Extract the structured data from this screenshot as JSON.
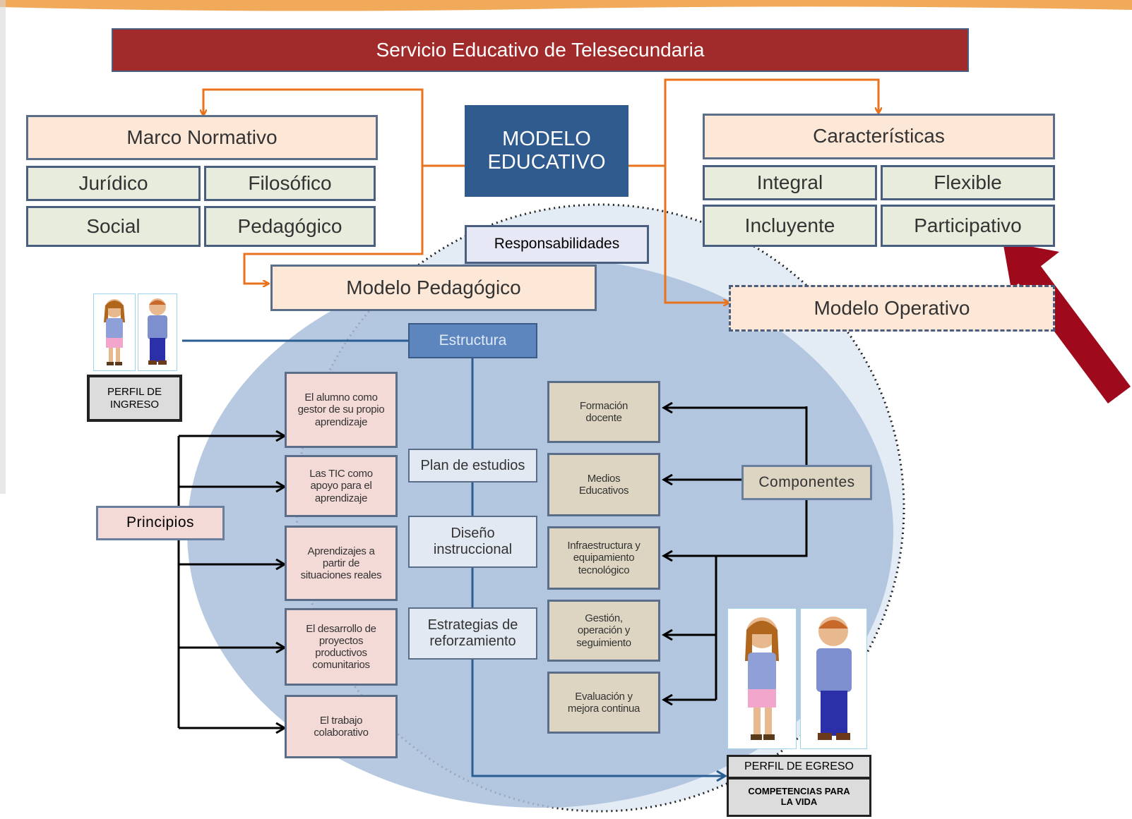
{
  "title": "Servicio Educativo de Telesecundaria",
  "modelo_educativo": "MODELO EDUCATIVO",
  "marco_normativo": {
    "title": "Marco Normativo",
    "items": [
      "Jurídico",
      "Filosófico",
      "Social",
      "Pedagógico"
    ]
  },
  "caracteristicas": {
    "title": "Características",
    "items": [
      "Integral",
      "Flexible",
      "Incluyente",
      "Participativo"
    ]
  },
  "responsabilidades": "Responsabilidades",
  "modelo_pedagogico": "Modelo Pedagógico",
  "modelo_operativo": "Modelo Operativo",
  "estructura": "Estructura",
  "perfil_ingreso": "PERFIL DE INGRESO",
  "principios": {
    "label": "Principios",
    "items": [
      "El alumno como gestor de su propio aprendizaje",
      "Las TIC como apoyo para el aprendizaje",
      "Aprendizajes a partir de situaciones reales",
      "El desarrollo de proyectos productivos comunitarios",
      "El trabajo colaborativo"
    ]
  },
  "estructura_items": [
    "Plan de estudios",
    "Diseño instruccional",
    "Estrategias de reforzamiento"
  ],
  "componentes": {
    "label": "Componentes",
    "items": [
      "Formación docente",
      "Medios Educativos",
      "Infraestructura y equipamiento tecnológico",
      "Gestión, operación y seguimiento",
      "Evaluación y mejora continua"
    ]
  },
  "perfil_egreso": "PERFIL DE EGRESO",
  "competencias": "COMPETENCIAS PARA LA VIDA",
  "colors": {
    "title_bar": "#a12b2b",
    "modelo_box": "#2f5b8f",
    "connector_orange": "#e8731c",
    "ellipse_blue": "#a9bfdc",
    "big_arrow": "#9e0a1c"
  }
}
